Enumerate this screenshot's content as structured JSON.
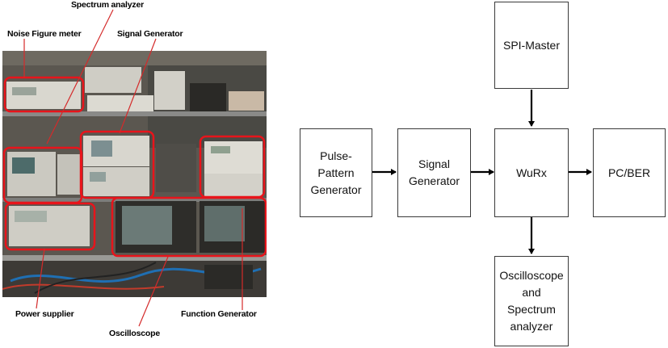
{
  "photo_labels": {
    "spectrum_analyzer": "Spectrum analyzer",
    "noise_figure_meter": "Noise Figure meter",
    "signal_generator": "Signal Generator",
    "power_supplier": "Power supplier",
    "function_generator": "Function Generator",
    "oscilloscope": "Oscilloscope"
  },
  "blocks": {
    "pulse_pattern_generator": "Pulse-\nPattern\nGenerator",
    "signal_generator": "Signal\nGenerator",
    "wurx": "WuRx",
    "pc_ber": "PC/BER",
    "spi_master": "SPI-Master",
    "oscilloscope_spectrum": "Oscilloscope\nand\nSpectrum\nanalyzer"
  },
  "colors": {
    "highlight_frame": "#e8141b",
    "block_border": "#3a3a3a",
    "arrow": "#000000"
  }
}
